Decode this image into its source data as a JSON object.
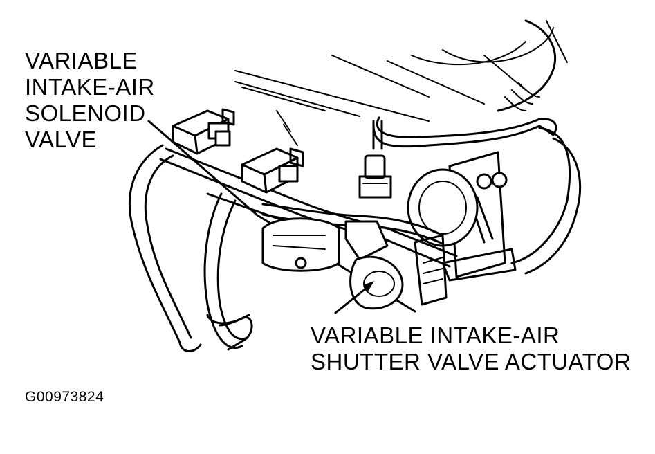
{
  "labels": {
    "solenoid_valve": [
      "VARIABLE",
      "INTAKE-AIR",
      "SOLENOID",
      "VALVE"
    ],
    "shutter_actuator": [
      "VARIABLE INTAKE-AIR",
      "SHUTTER VALVE ACTUATOR"
    ]
  },
  "figure_id": "G00973824",
  "colors": {
    "ink": "#000000",
    "background": "#ffffff"
  }
}
